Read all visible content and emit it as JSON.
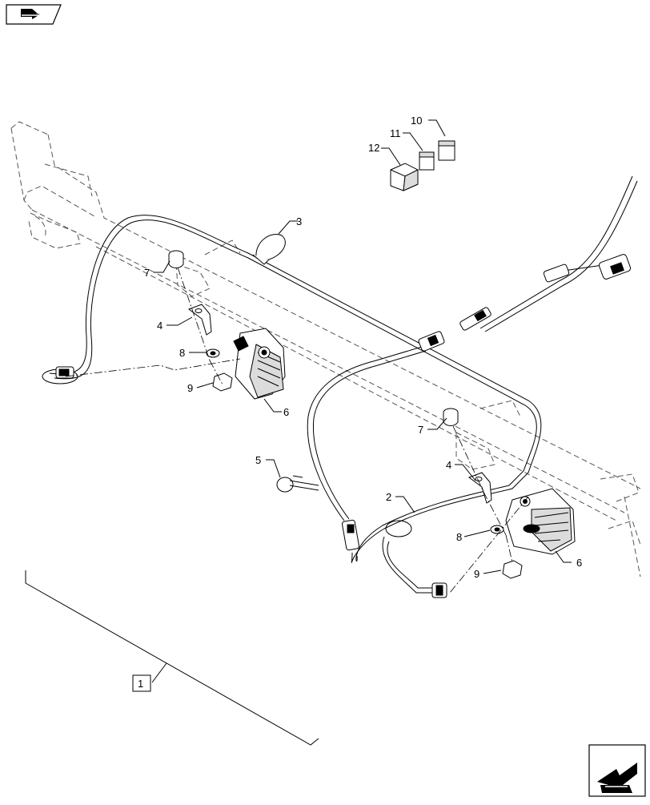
{
  "callouts": [
    {
      "id": "c1",
      "label": "1"
    },
    {
      "id": "c2",
      "label": "2"
    },
    {
      "id": "c3",
      "label": "3"
    },
    {
      "id": "c4a",
      "label": "4"
    },
    {
      "id": "c4b",
      "label": "4"
    },
    {
      "id": "c5",
      "label": "5"
    },
    {
      "id": "c6a",
      "label": "6"
    },
    {
      "id": "c6b",
      "label": "6"
    },
    {
      "id": "c7a",
      "label": "7"
    },
    {
      "id": "c7b",
      "label": "7"
    },
    {
      "id": "c8a",
      "label": "8"
    },
    {
      "id": "c8b",
      "label": "8"
    },
    {
      "id": "c9a",
      "label": "9"
    },
    {
      "id": "c9b",
      "label": "9"
    },
    {
      "id": "c10",
      "label": "10"
    },
    {
      "id": "c11",
      "label": "11"
    },
    {
      "id": "c12",
      "label": "12"
    }
  ],
  "icons": {
    "top_left": "view-arrow-icon",
    "bottom_right": "next-page-arrow-icon"
  },
  "colors": {
    "line": "#000000",
    "ghost": "#666666",
    "fill": "#ffffff",
    "shade": "#dcdcdc"
  }
}
